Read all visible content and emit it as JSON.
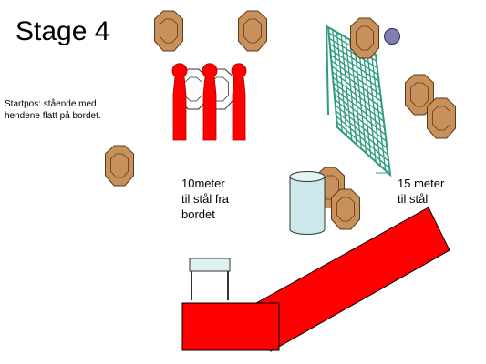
{
  "diagram": {
    "title": "Stage 4",
    "start_position": {
      "line1": "Startpos: stående med",
      "line2": "hendene flatt på bordet."
    },
    "distance_steel": {
      "line1": "10meter",
      "line2": "til stål fra",
      "line3": "bordet"
    },
    "distance_15": {
      "line1": "15 meter",
      "line2": "til stål"
    },
    "colors": {
      "cardboard_target": "#c8905a",
      "target_outline": "#5a3a1e",
      "steel_popper": "#ff0000",
      "no_shoot_target": "#ffffff",
      "netting": "#2e9a80",
      "barrel": "#cde8ea",
      "steel_plate": "#7f7fb0",
      "table": "#e0f0f0",
      "wall": "#ff0000"
    },
    "icons": [
      "cardboard-target-icon",
      "no-shoot-target-icon",
      "steel-popper-icon",
      "steel-plate-icon",
      "barrel-icon",
      "table-icon",
      "netting-icon"
    ]
  }
}
